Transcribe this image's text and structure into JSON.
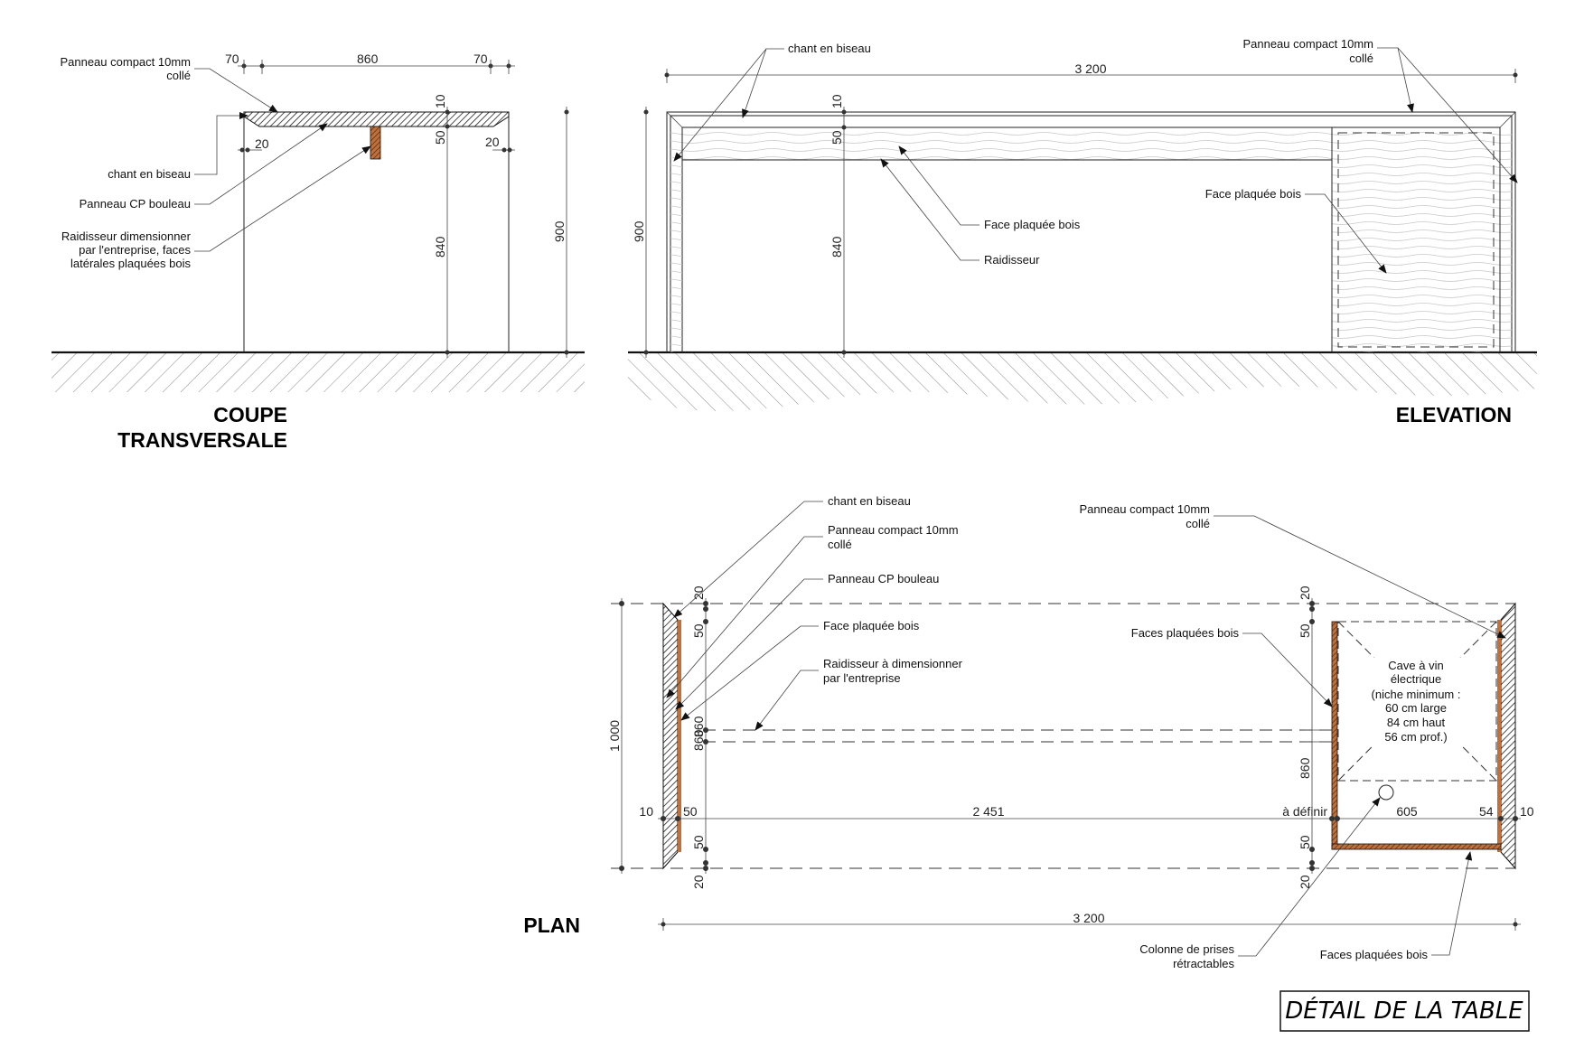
{
  "coupe": {
    "title_line1": "COUPE",
    "title_line2": "TRANSVERSALE",
    "labels": {
      "panneau_compact_1": "Panneau compact 10mm",
      "panneau_compact_2": "collé",
      "chant": "chant en biseau",
      "panneau_cp": "Panneau CP bouleau",
      "raidisseur_1": "Raidisseur dimensionner",
      "raidisseur_2": "par l'entreprise, faces",
      "raidisseur_3": "latérales plaquées bois"
    },
    "dims": {
      "d70a": "70",
      "d860": "860",
      "d70b": "70",
      "d20a": "20",
      "d20b": "20",
      "d10": "10",
      "d50": "50",
      "d840": "840",
      "d900": "900"
    }
  },
  "elevation": {
    "title": "ELEVATION",
    "labels": {
      "chant": "chant en biseau",
      "panneau_compact_1": "Panneau compact 10mm",
      "panneau_compact_2": "collé",
      "face_plaquee_right": "Face plaquée bois",
      "face_plaquee": "Face plaquée bois",
      "raidisseur": "Raidisseur"
    },
    "dims": {
      "d3200": "3 200",
      "d10": "10",
      "d50": "50",
      "d840": "840",
      "d900": "900"
    }
  },
  "plan": {
    "title": "PLAN",
    "labels": {
      "chant": "chant en biseau",
      "panneau_compact_1": "Panneau compact 10mm",
      "panneau_compact_2": "collé",
      "panneau_cp": "Panneau CP bouleau",
      "face_plaquee": "Face plaquée bois",
      "raidisseur_1": "Raidisseur à dimensionner",
      "raidisseur_2": "par l'entreprise",
      "panneau_compact_r1": "Panneau compact 10mm",
      "panneau_compact_r2": "collé",
      "faces_plaquees_top": "Faces plaquées bois",
      "cave_1": "Cave à vin",
      "cave_2": "électrique",
      "cave_3": "(niche minimum :",
      "cave_4": "60 cm large",
      "cave_5": "84 cm haut",
      "cave_6": "56 cm prof.)",
      "colonne_1": "Colonne de prises",
      "colonne_2": "rétractables",
      "faces_plaquees_bottom": "Faces plaquées bois"
    },
    "dims": {
      "d1000": "1 000",
      "d20_l_top": "20",
      "d50_l_top": "50",
      "d860_l": "860",
      "d860_l2": "860",
      "d50_l_bot": "50",
      "d20_l_bot": "20",
      "d10_l": "10",
      "d50_l": "50",
      "d2451": "2 451",
      "a_definir": "à définir",
      "d605": "605",
      "d54": "54",
      "d10_r": "10",
      "d20_r_top": "20",
      "d50_r_top": "50",
      "d860_r": "860",
      "d50_r_bot": "50",
      "d20_r_bot": "20",
      "d3200": "3 200"
    }
  },
  "sheet_title": "DÉTAIL DE LA TABLE"
}
